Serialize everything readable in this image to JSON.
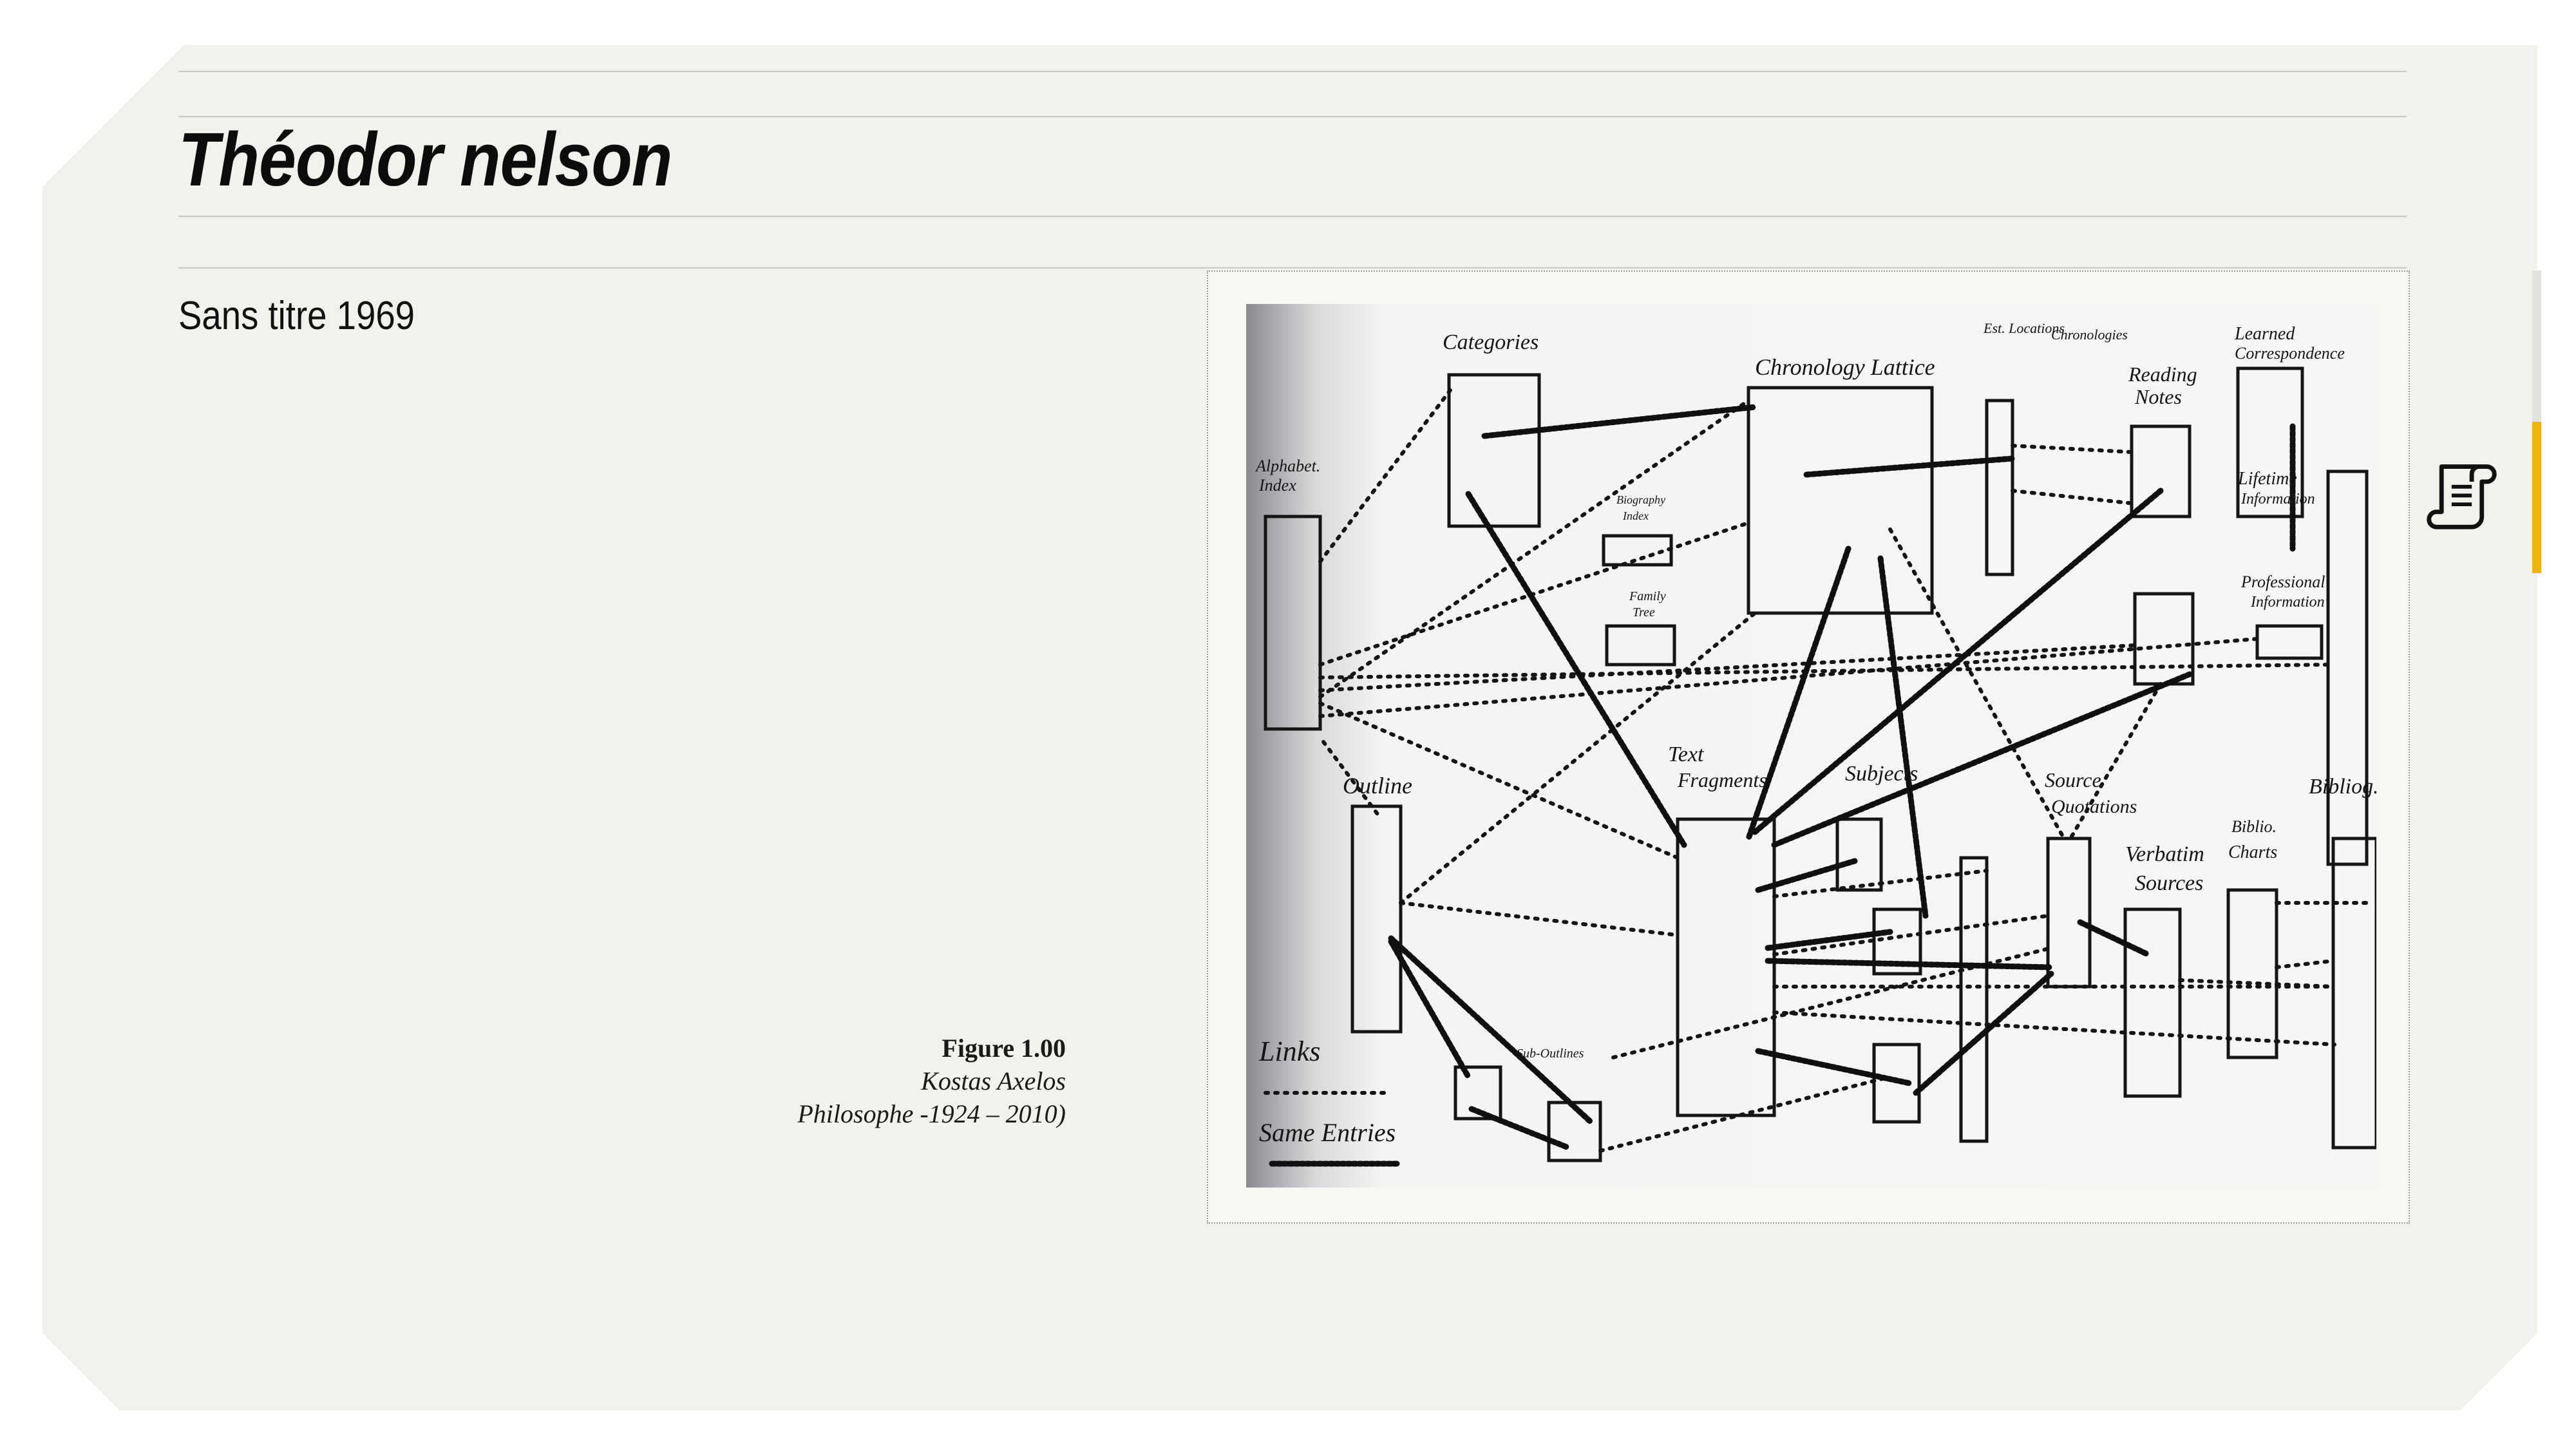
{
  "page": {
    "title": "Théodor nelson",
    "subtitle": "Sans titre 1969"
  },
  "figure": {
    "number": "Figure 1.00",
    "author": "Kostas Axelos",
    "description": "Philosophe -1924 – 2010)"
  },
  "sketch": {
    "labels": [
      "Categories",
      "Chronology Lattice",
      "Reading Notes",
      "Learned Correspondence",
      "Alphabetical Index",
      "Biography Index",
      "Family Tree",
      "Lifetime Information",
      "Professional Information",
      "Outline",
      "Text Fragments",
      "Subjects",
      "Source Quotations",
      "Verbatim Sources",
      "Biblio. Charts",
      "Bibliography",
      "Links",
      "Same Entries",
      "Sub-Outlines"
    ]
  },
  "sidebar": {
    "icon": "scroll-icon",
    "accent": "#f0b400"
  }
}
